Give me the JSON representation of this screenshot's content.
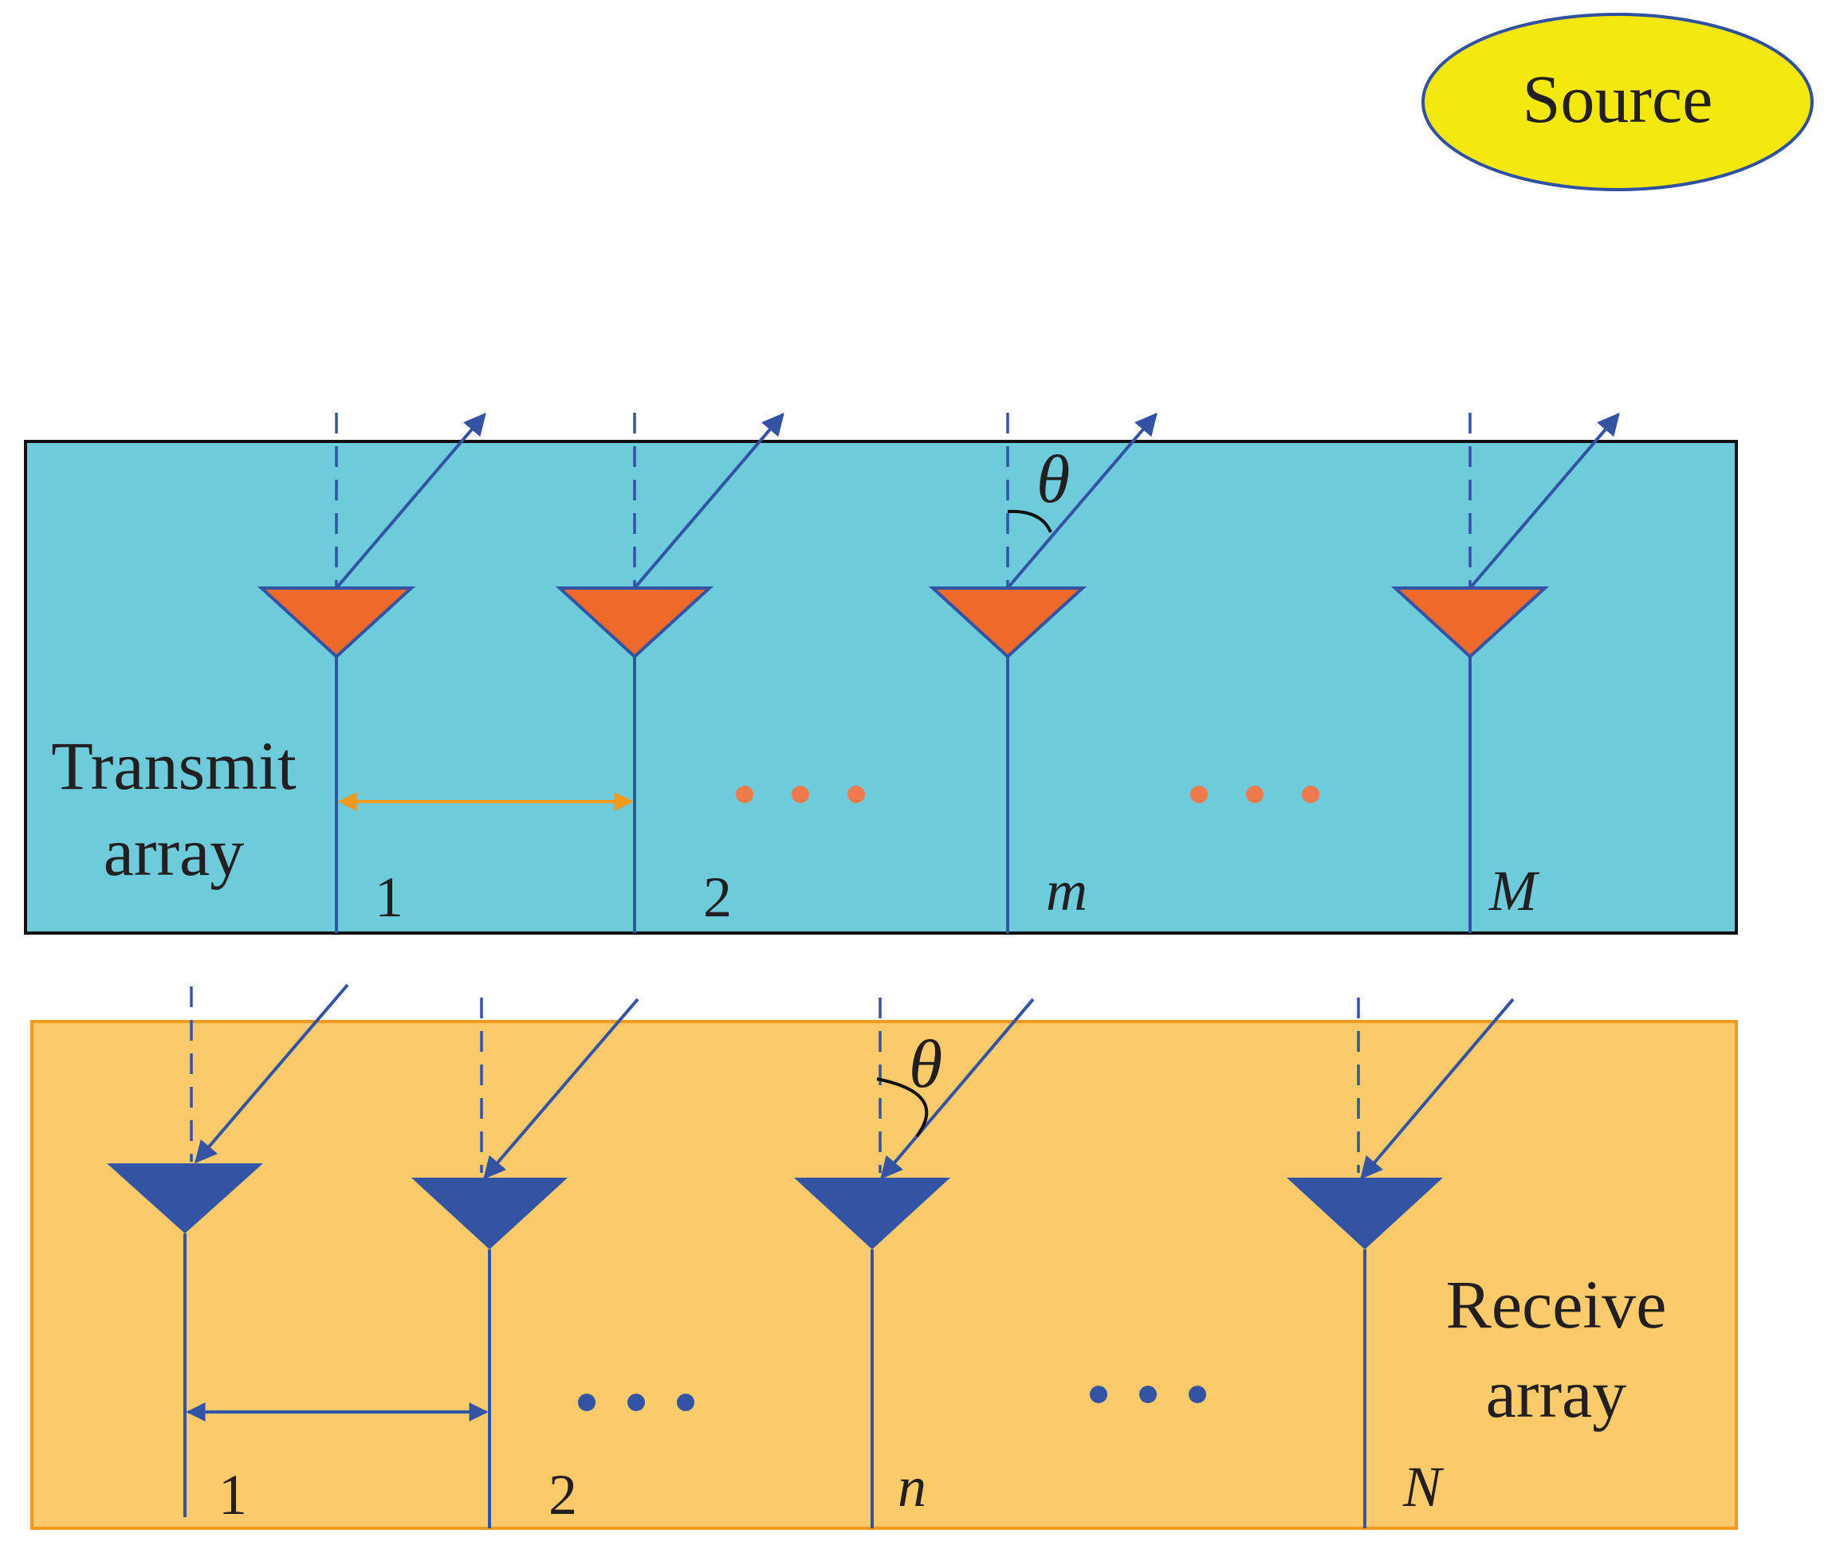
{
  "source": {
    "label": "Source",
    "fill": "#f2e80e",
    "stroke": "#3050a0"
  },
  "transmit": {
    "label_line1": "Transmit",
    "label_line2": "array",
    "panel_fill": "#6dcbdc",
    "element_fill": "#ee6a2c",
    "ellipsis_color": "#ef7a4c",
    "spacing_arrow_color": "#f39a1e",
    "angle_label": "θ",
    "indices": [
      "1",
      "2",
      "m",
      "M"
    ]
  },
  "receive": {
    "label_line1": "Receive",
    "label_line2": "array",
    "panel_fill": "#fbca6a",
    "panel_stroke": "#f39a1e",
    "element_fill": "#3353a4",
    "ellipsis_color": "#3353a4",
    "spacing_arrow_color": "#3353a4",
    "angle_label": "θ",
    "indices": [
      "1",
      "2",
      "n",
      "N"
    ]
  },
  "line_color": "#3353a4"
}
